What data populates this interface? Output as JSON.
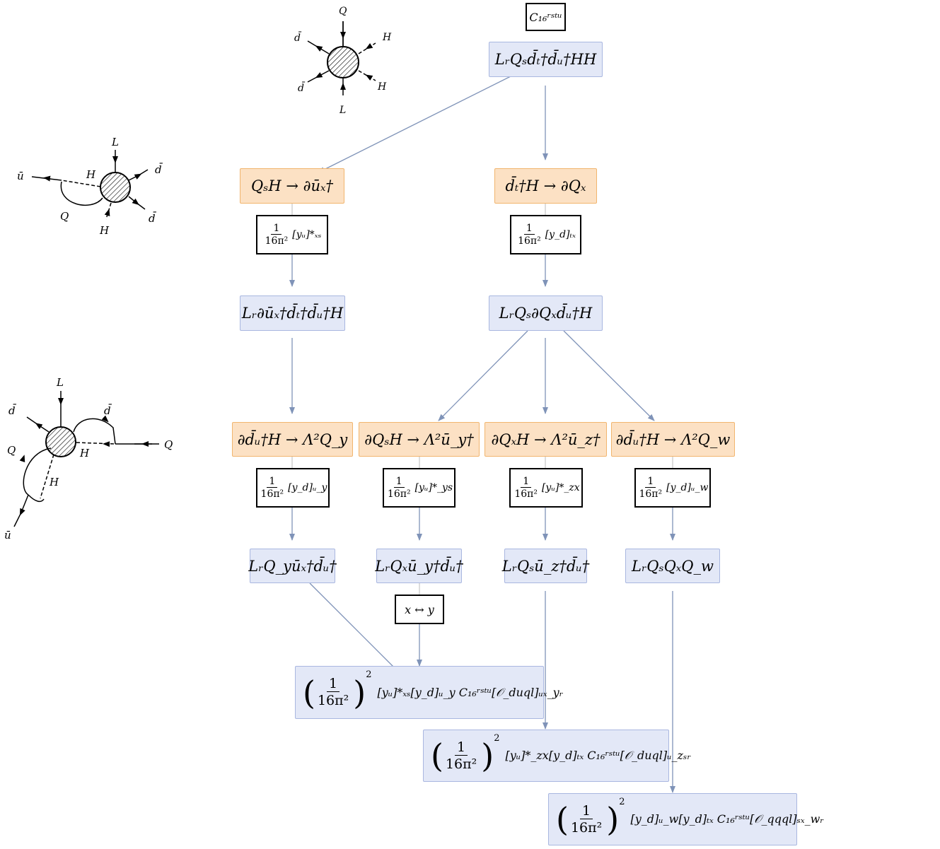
{
  "top": {
    "coefficient": "C₁₆ʳˢᵗᵘ",
    "operator": "LᵣQₛd̄ₜ†d̄ᵤ†HH"
  },
  "level1": {
    "left_rule": "QₛH → ∂ūₓ†",
    "right_rule": "d̄ₜ†H → ∂Qₓ",
    "left_factor": "[yᵤ]*ₓₛ",
    "right_factor": "[y_d]ₜₓ"
  },
  "level2": {
    "left_op": "Lᵣ∂ūₓ†d̄ₜ†d̄ᵤ†H",
    "right_op": "LᵣQₛ∂Qₓd̄ᵤ†H"
  },
  "level3": {
    "rules": [
      "∂d̄ᵤ†H → Λ²Q_y",
      "∂QₛH → Λ²ū_y†",
      "∂QₓH → Λ²ū_z†",
      "∂d̄ᵤ†H → Λ²Q_w"
    ],
    "factors": [
      "[y_d]ᵤ_y",
      "[yᵤ]*_ys",
      "[yᵤ]*_zx",
      "[y_d]ᵤ_w"
    ]
  },
  "level4": {
    "ops": [
      "LᵣQ_yūₓ†d̄ᵤ†",
      "LᵣQₓū_y†d̄ᵤ†",
      "LᵣQₛū_z†d̄ᵤ†",
      "LᵣQₛQₓQ_w"
    ],
    "swap": "x ↔ y"
  },
  "fraction": {
    "num": "1",
    "den": "16π²",
    "power": "2"
  },
  "results": [
    "[yᵤ]*ₓₛ[y_d]ᵤ_y C₁₆ʳˢᵗᵘ[𝒪_duql]ᵤₓ_yᵣ",
    "[yᵤ]*_zx[y_d]ₜₓ C₁₆ʳˢᵗᵘ[𝒪_duql]ᵤ_zₛᵣ",
    "[y_d]ᵤ_w[y_d]ₜₓ C₁₆ʳˢᵗᵘ[𝒪_qqql]ₛₓ_wᵣ"
  ],
  "feynman": {
    "d1": {
      "top": "Q",
      "right_top": "H",
      "right_bottom": "H",
      "bottom": "L",
      "left_top": "d̄",
      "left_bottom": "d̄"
    },
    "d2": {
      "top": "L",
      "right_top": "d̄",
      "right_bottom": "d̄",
      "bottom": "H",
      "left": "ū",
      "h_inner": "H",
      "q_loop": "Q"
    },
    "d3": {
      "top": "L",
      "d_left": "d̄",
      "d_right": "d̄",
      "q_right": "Q",
      "h_inner": "H",
      "q_left": "Q",
      "h_lower": "H",
      "u_bottom": "ū"
    }
  },
  "colors": {
    "blue_fill": "#e3e8f7",
    "blue_border": "#a9b7e0",
    "orange_fill": "#fce1c4",
    "orange_border": "#f1b56e",
    "arrow": "#7f93b8"
  }
}
